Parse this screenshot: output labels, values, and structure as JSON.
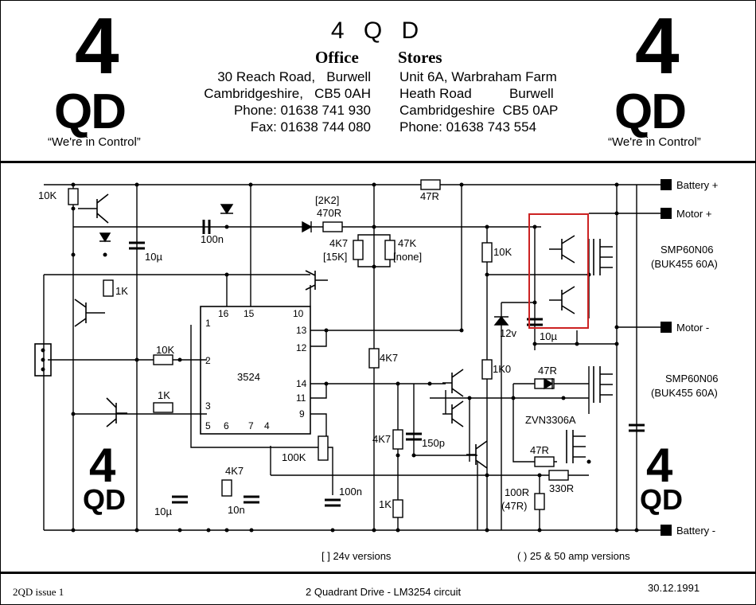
{
  "header": {
    "company": "4 Q D",
    "office": {
      "heading": "Office",
      "lines": [
        "30 Reach Road,   Burwell",
        "Cambridgeshire,   CB5 0AH",
        "Phone: 01638 741 930",
        "Fax: 01638 744 080"
      ]
    },
    "stores": {
      "heading": "Stores",
      "lines": [
        "Unit 6A, Warbraham Farm",
        "Heath Road          Burwell",
        "Cambridgeshire  CB5 0AP",
        "Phone: 01638 743 554"
      ]
    },
    "logo_four": "4",
    "logo_qd": "QD",
    "tagline": "“We're in Control”"
  },
  "schematic": {
    "terminals": {
      "battery_plus": "Battery +",
      "motor_plus": "Motor +",
      "motor_minus": "Motor -",
      "battery_minus": "Battery -"
    },
    "mosfet_upper": [
      "SMP60N06",
      "(BUK455 60A)"
    ],
    "mosfet_lower": [
      "SMP60N06",
      "(BUK455 60A)"
    ],
    "ic": {
      "name": "3524",
      "pins_top": [
        "16",
        "15",
        "10"
      ],
      "pins_left": [
        "1",
        "2",
        "3"
      ],
      "pins_bottom": [
        "5",
        "6",
        "7",
        "4"
      ],
      "pins_right": [
        "13",
        "12",
        "14",
        "11",
        "9"
      ]
    },
    "components": {
      "r_10k_top": "10K",
      "cap_100n_top": "100n",
      "r_2k2": "[2K2]",
      "r_470r": "470R",
      "r_47r_top": "47R",
      "r_4k7_15k": [
        "4K7",
        "[15K]"
      ],
      "r_47k_none": [
        "47K",
        "[none]"
      ],
      "cap_10u_left": "10µ",
      "r_1k_left": "1K",
      "r_10k_pin2": "10K",
      "r_1k_pin3": "1K",
      "r_10k_right": "10K",
      "zener_12v": "12v",
      "cap_10u_mid": "10µ",
      "r_4k7_mid": "4K7",
      "r_1k0": "1K0",
      "r_47r_gate": "47R",
      "zvn": "ZVN3306A",
      "r_47r_low": "47R",
      "r_330r": "330R",
      "r_100r": [
        "100R",
        "(47R)"
      ],
      "r_4k7_low": "4K7",
      "cap_150p": "150p",
      "r_1k_low": "1K",
      "pot_100k": "100K",
      "cap_100n_low": "100n",
      "r_4k7_pin6": "4K7",
      "cap_10n": "10n",
      "cap_10u_low": "10µ"
    },
    "notes": {
      "v24": "[ ]  24v versions",
      "amp": "( )  25 & 50 amp versions"
    },
    "highlight_color": "#cc2222"
  },
  "footer": {
    "issue": "2QD issue 1",
    "title": "2 Quadrant Drive - LM3254 circuit",
    "date": "30.12.1991"
  }
}
